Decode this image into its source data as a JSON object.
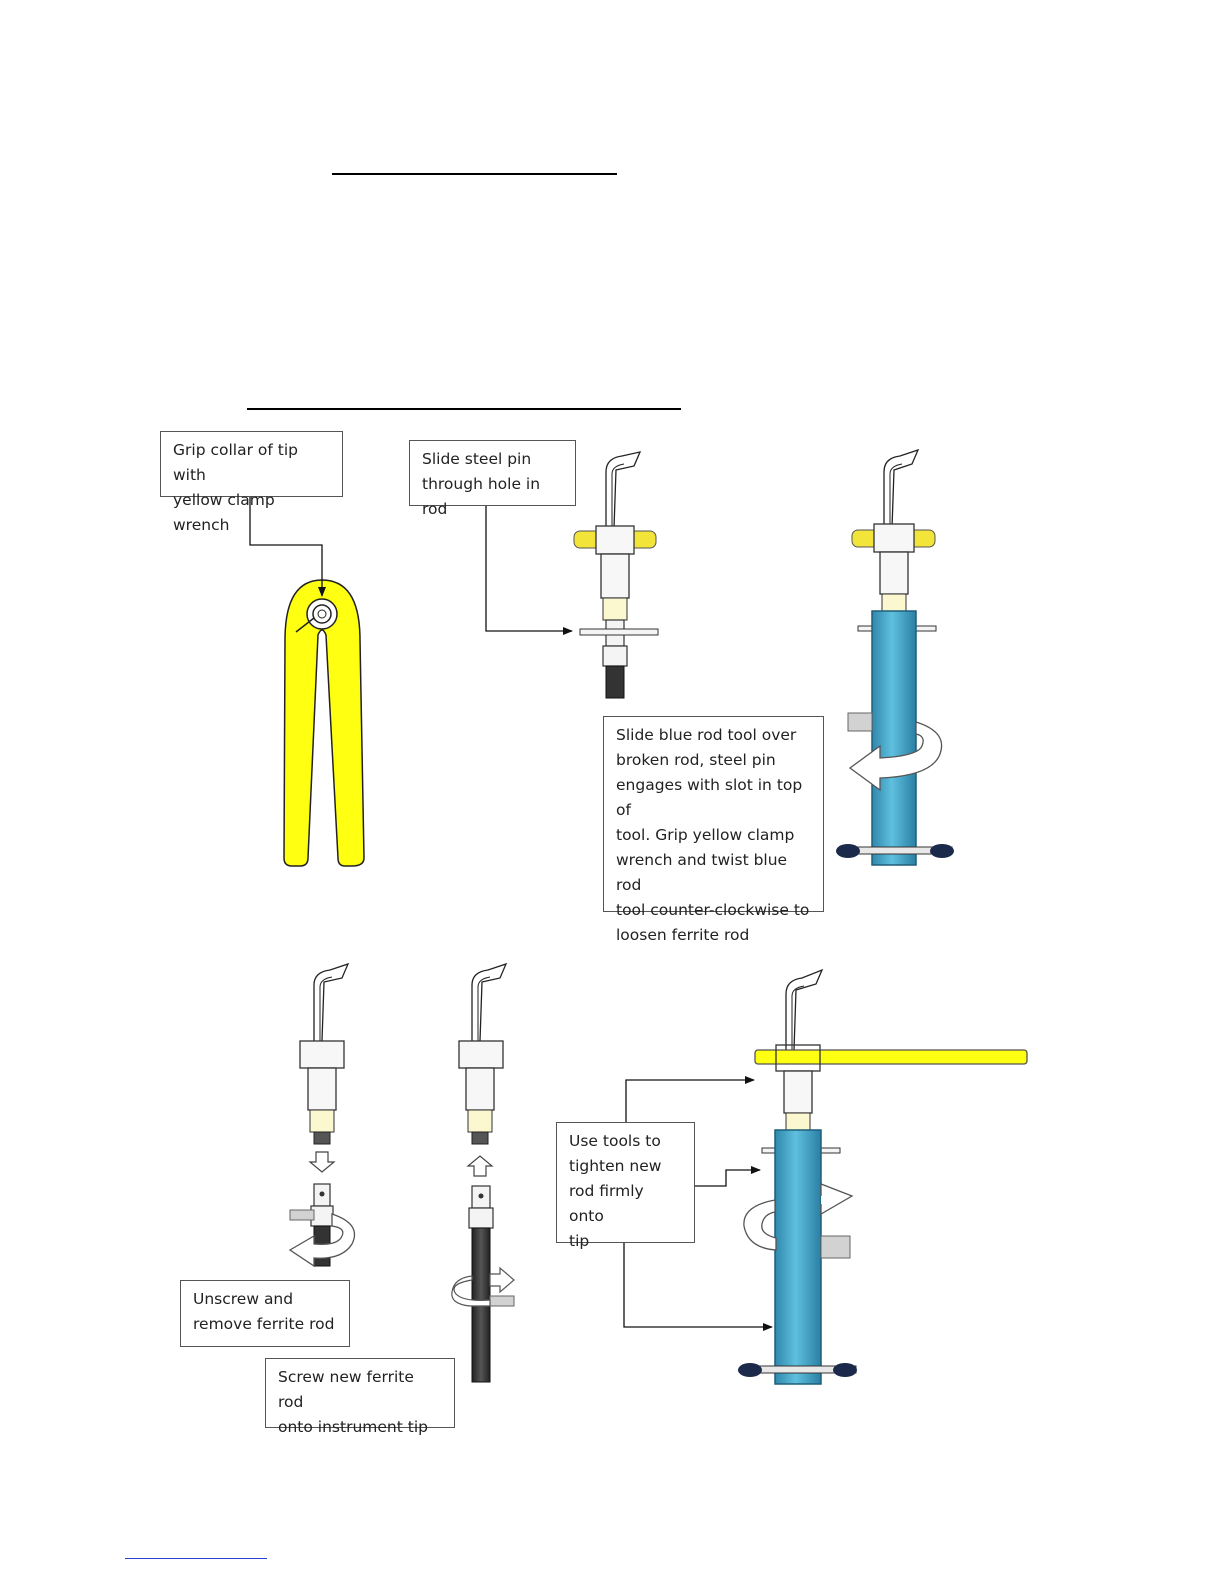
{
  "callouts": {
    "grip_collar": "Grip collar of tip with\nyellow clamp wrench",
    "slide_pin": "Slide steel pin\nthrough hole in rod",
    "slide_blue_tool": "Slide blue rod tool over\nbroken rod, steel pin\nengages with slot in top of\ntool.  Grip yellow clamp\nwrench and twist blue rod\ntool counter-clockwise to\nloosen ferrite rod",
    "use_tools": "Use tools to\ntighten new\nrod firmly onto\ntip",
    "unscrew": "Unscrew and\nremove ferrite rod",
    "screw_new": "Screw new ferrite rod\nonto instrument tip"
  },
  "colors": {
    "yellow_wrench": "#ffff11",
    "collar_yellow": "#f3e43a",
    "blue_tool": "#3fa6c9",
    "ferrite_rod": "#3b3b3b",
    "knob": "#1b2a4a"
  }
}
